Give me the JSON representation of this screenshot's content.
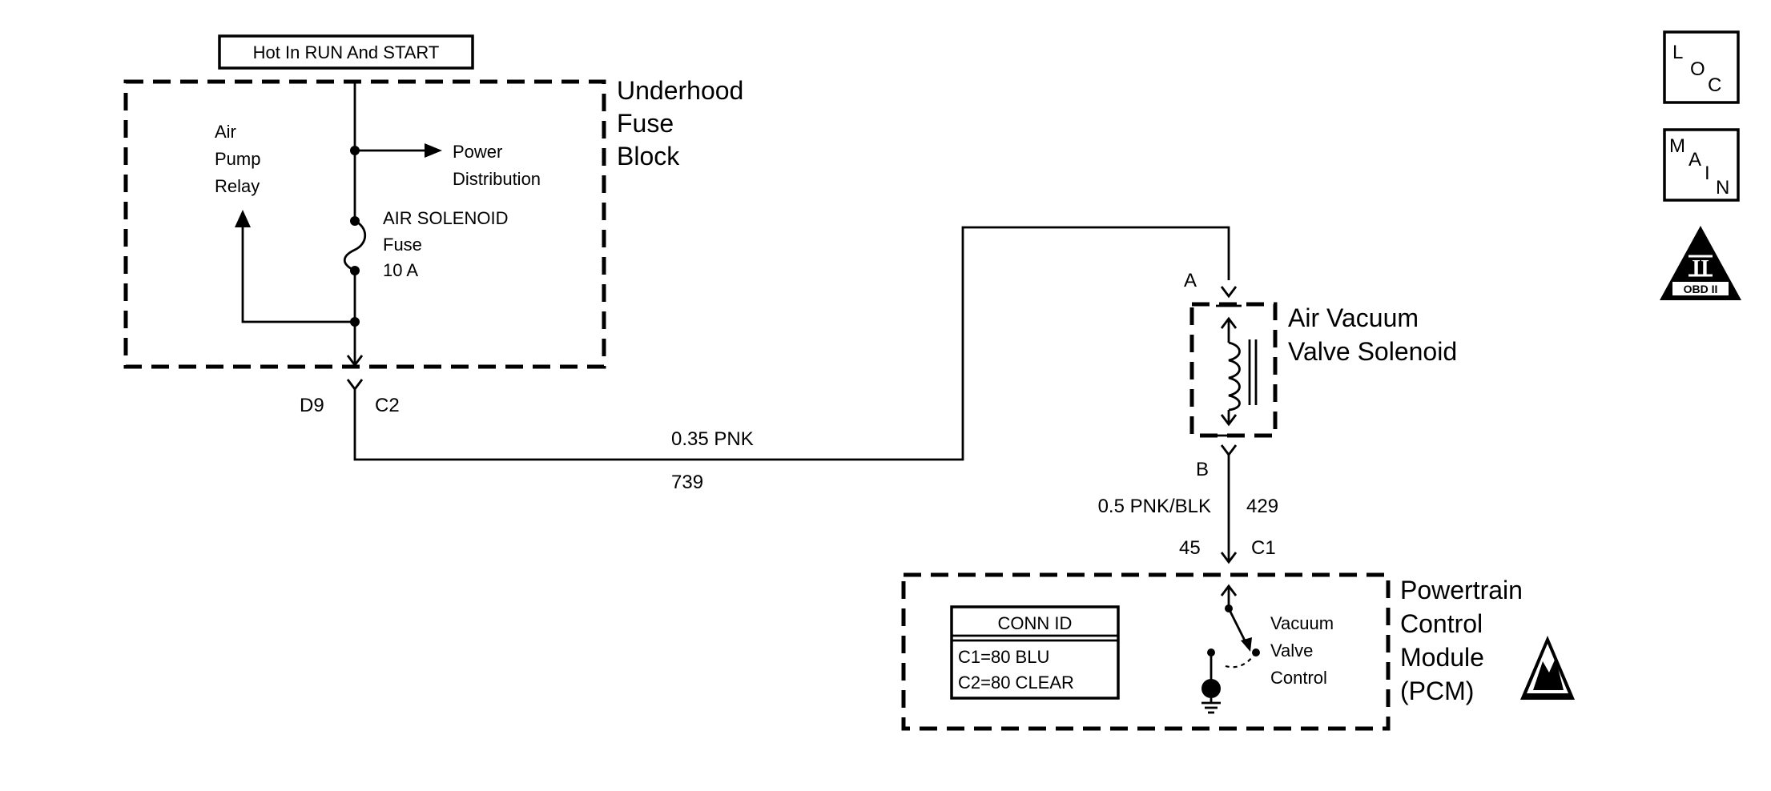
{
  "header_box": {
    "label": "Hot In RUN And START"
  },
  "fuse_block": {
    "name_lines": [
      "Underhood",
      "Fuse",
      "Block"
    ],
    "relay_lines": [
      "Air",
      "Pump",
      "Relay"
    ],
    "power_lines": [
      "Power",
      "Distribution"
    ],
    "fuse_lines": [
      "AIR SOLENOID",
      "Fuse",
      "10 A"
    ]
  },
  "connector_d9": {
    "pin": "D9",
    "conn": "C2"
  },
  "wire_739": {
    "spec": "0.35 PNK",
    "circuit": "739"
  },
  "solenoid": {
    "pin_a": "A",
    "pin_b": "B",
    "name_lines": [
      "Air Vacuum",
      "Valve Solenoid"
    ]
  },
  "wire_429": {
    "spec": "0.5 PNK/BLK",
    "circuit": "429"
  },
  "connector_45": {
    "pin": "45",
    "conn": "C1"
  },
  "pcm": {
    "name_lines": [
      "Powertrain",
      "Control",
      "Module",
      "(PCM)"
    ],
    "switch_lines": [
      "Vacuum",
      "Valve",
      "Control"
    ]
  },
  "conn_id": {
    "title": "CONN ID",
    "rows": [
      "C1=80 BLU",
      "C2=80 CLEAR"
    ]
  },
  "side_icons": {
    "loc": {
      "letters": [
        "L",
        "O",
        "C"
      ],
      "icon": "loc-icon"
    },
    "main": {
      "letters": [
        "M",
        "A",
        "I",
        "N"
      ],
      "icon": "main-icon"
    },
    "obd": {
      "numeral": "II",
      "label": "OBD II",
      "icon": "obd-ii-icon"
    },
    "esd": {
      "icon": "esd-warning-icon"
    }
  }
}
